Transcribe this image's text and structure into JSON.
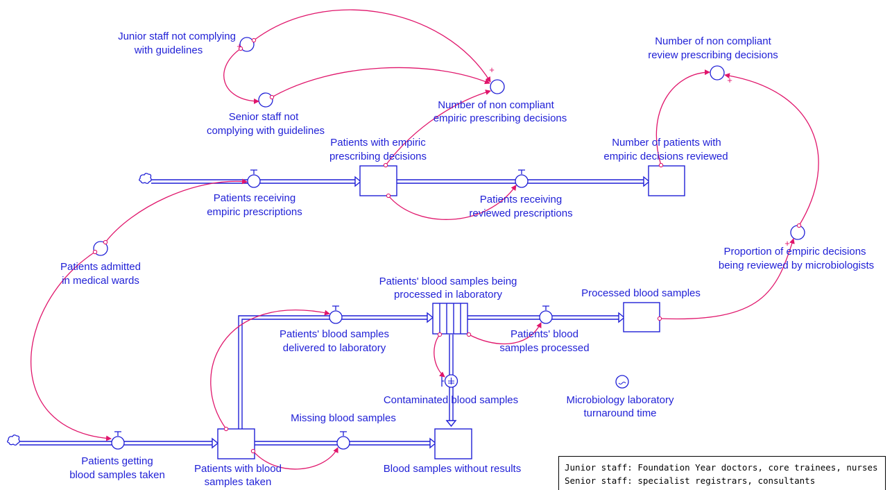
{
  "colors": {
    "structure": "#1f1fd6",
    "link": "#e0156b"
  },
  "labels": {
    "junior_staff": [
      "Junior staff not complying",
      "with guidelines"
    ],
    "senior_staff": [
      "Senior staff not",
      "complying with guidelines"
    ],
    "noncompliant_empiric": [
      "Number of non compliant",
      "empiric prescribing decisions"
    ],
    "noncompliant_review": [
      "Number of non compliant",
      "review prescribing decisions"
    ],
    "patients_empiric_stock": [
      "Patients with empiric",
      "prescribing decisions"
    ],
    "patients_reviewed_stock": [
      "Number of patients with",
      "empiric decisions reviewed"
    ],
    "receiving_empiric": [
      "Patients receiving",
      "empiric prescriptions"
    ],
    "receiving_reviewed": [
      "Patients receiving",
      "reviewed prescriptions"
    ],
    "admitted": [
      "Patients admitted",
      "in medical wards"
    ],
    "proportion_reviewed": [
      "Proportion of empiric decisions",
      "being reviewed by microbiologists"
    ],
    "being_processed": [
      "Patients' blood samples being",
      "processed in laboratory"
    ],
    "processed_stock": [
      "Processed blood samples"
    ],
    "delivered": [
      "Patients' blood samples",
      "delivered to laboratory"
    ],
    "processed_flow": [
      "Patients' blood",
      "samples processed"
    ],
    "contaminated": [
      "Contaminated blood samples"
    ],
    "turnaround": [
      "Microbiology laboratory",
      "turnaround time"
    ],
    "missing": [
      "Missing blood samples"
    ],
    "getting_taken": [
      "Patients getting",
      "blood samples taken"
    ],
    "with_taken": [
      "Patients with blood",
      "samples taken"
    ],
    "without_results": [
      "Blood samples without results"
    ]
  },
  "polarity_mark": "+",
  "legend": {
    "line1": "Junior staff: Foundation Year doctors, core trainees, nurses",
    "line2": "Senior staff: specialist registrars, consultants"
  }
}
